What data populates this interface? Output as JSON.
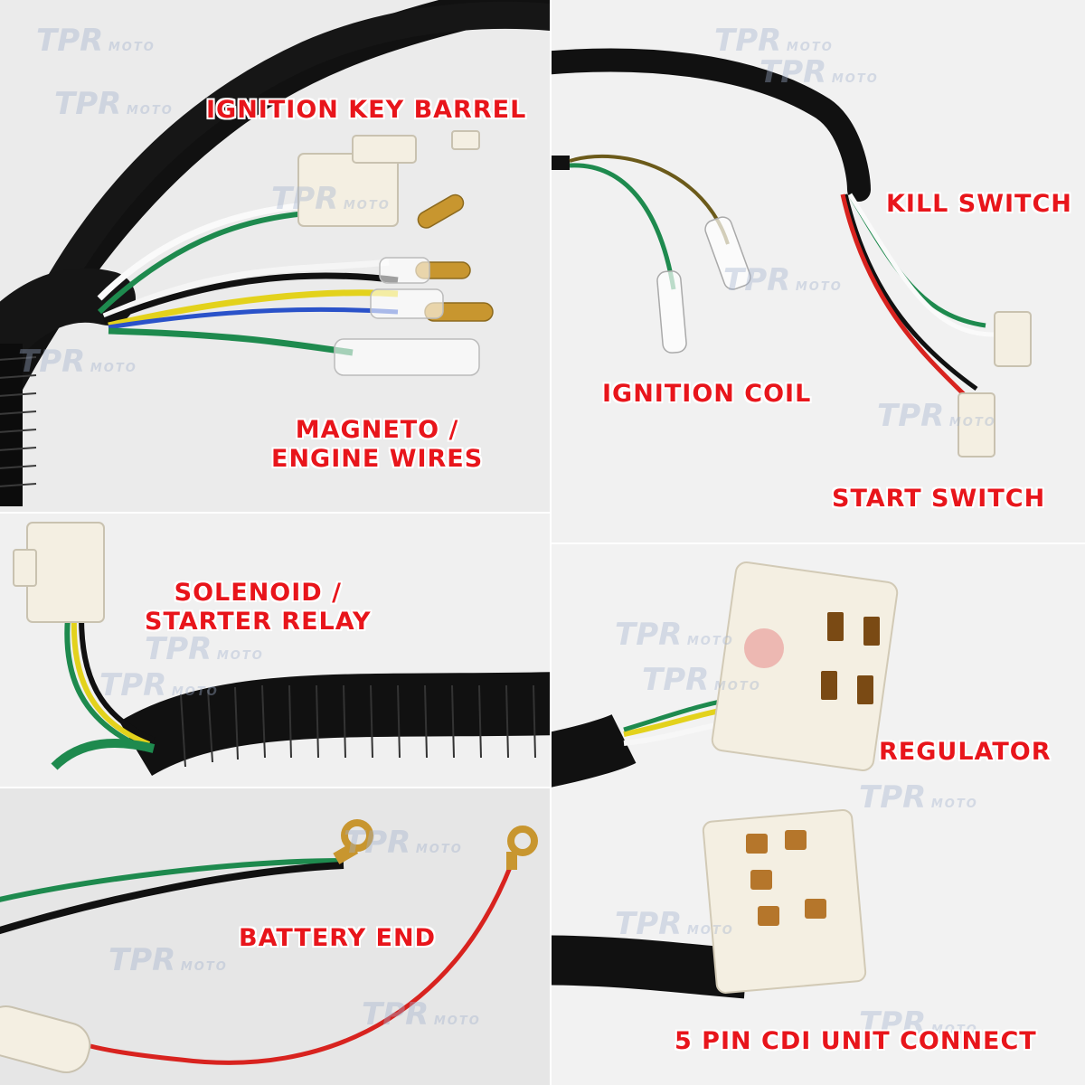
{
  "labels": {
    "ignition_key_barrel": "IGNITION KEY BARREL",
    "magneto_line1": "MAGNETO /",
    "magneto_line2": "ENGINE WIRES",
    "kill_switch": "KILL SWITCH",
    "ignition_coil": "IGNITION COIL",
    "start_switch": "START SWITCH",
    "solenoid_line1": "SOLENOID /",
    "solenoid_line2": "STARTER RELAY",
    "battery_end": "BATTERY END",
    "regulator": "REGULATOR",
    "cdi": "5 PIN CDI UNIT CONNECT"
  },
  "watermark": {
    "brand": "TPR",
    "sub": "MOTO"
  },
  "colors": {
    "label_red": "#e8151b",
    "wire_black": "#111111",
    "wire_green": "#1e8a4e",
    "wire_yellow": "#e3d21c",
    "wire_red": "#d8231f",
    "wire_blue": "#2a52c9",
    "connector_white": "#f4efe2",
    "terminal_brass": "#c8962f"
  }
}
